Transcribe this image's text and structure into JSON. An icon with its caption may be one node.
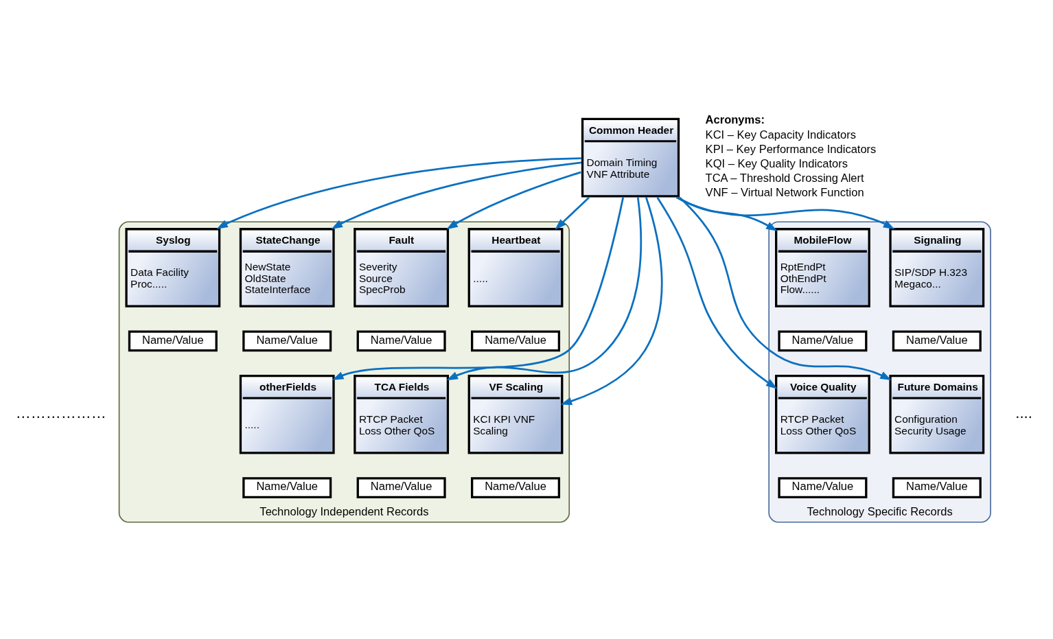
{
  "diagram": {
    "nodes": [
      {
        "text": [
          "Common Header",
          "Domain Timing VNF Attribute"
        ]
      },
      {
        "text": [
          "Technology Independent Records"
        ]
      },
      {
        "text": [
          "Fault",
          "Severity Source SpecProb"
        ],
        "in": 1
      },
      {
        "text": [
          "Name/Value"
        ],
        "in": 1
      },
      {
        "text": [
          "Heartbeat",
          "....."
        ],
        "in": 1
      },
      {
        "text": [
          "Name/Value"
        ],
        "in": 1
      },
      {
        "text": [
          "StateChange",
          "NewState OldState StateInterface"
        ],
        "in": 1
      },
      {
        "text": [
          "Name/Value"
        ],
        "in": 1
      },
      {
        "text": [
          "Syslog",
          "Data Facility Proc....."
        ],
        "in": 1
      },
      {
        "text": [
          "Name/Value"
        ],
        "in": 1
      },
      {
        "text": [
          "TCA Fields",
          "RTCP Packet Loss Other QoS"
        ],
        "in": 1
      },
      {
        "text": [
          "Name/Value"
        ],
        "in": 1
      },
      {
        "text": [
          "VF Scaling",
          "KCI KPI VNF Scaling"
        ],
        "in": 1
      },
      {
        "text": [
          "Name/Value"
        ],
        "in": 1
      },
      {
        "text": [
          "otherFields",
          "....."
        ],
        "in": 1
      },
      {
        "text": [
          "Name/Value"
        ],
        "in": 1
      },
      {
        "text": [
          "Technology Specific Records"
        ]
      },
      {
        "text": [
          "MobileFlow",
          "RptEndPt OthEndPt Flow......"
        ],
        "in": 16
      },
      {
        "text": [
          "Name/Value"
        ],
        "in": 16
      },
      {
        "text": [
          "Signaling",
          "SIP/SDP H.323 Megaco..."
        ],
        "in": 16
      },
      {
        "text": [
          "Name/Value"
        ],
        "in": 16
      },
      {
        "text": [
          "Voice Quality",
          "RTCP Packet Loss Other QoS"
        ],
        "in": 16
      },
      {
        "text": [
          "Name/Value"
        ],
        "in": 16
      },
      {
        "text": [
          "Future Domains",
          "Configuration Security Usage"
        ],
        "in": 16
      },
      {
        "text": [
          "Name/Value"
        ],
        "in": 16
      }
    ],
    "edges": [
      {
        "from": 0,
        "to": 2,
        "arrow": "to"
      },
      {
        "from": 0,
        "to": 4,
        "arrow": "to"
      },
      {
        "from": 0,
        "to": 6,
        "arrow": "to"
      },
      {
        "from": 0,
        "to": 8,
        "arrow": "to"
      },
      {
        "from": 0,
        "to": 17,
        "arrow": "to"
      },
      {
        "from": 0,
        "to": 19,
        "arrow": "to"
      },
      {
        "from": 0,
        "to": 10,
        "arrow": "to"
      },
      {
        "from": 0,
        "to": 12,
        "arrow": "to"
      },
      {
        "from": 0,
        "to": 14,
        "arrow": "to"
      },
      {
        "from": 0,
        "to": 21,
        "arrow": "to"
      },
      {
        "from": 0,
        "to": 23,
        "arrow": "to"
      }
    ],
    "labels": [
      "Acronyms:",
      "KCI – Key Capacity Indicators",
      "KPI – Key Performance Indicators",
      "KQI – Key Quality Indicators",
      "TCA – Threshold Crossing Alert",
      "VNF – Virtual Network Function",
      "………………",
      "...."
    ]
  }
}
